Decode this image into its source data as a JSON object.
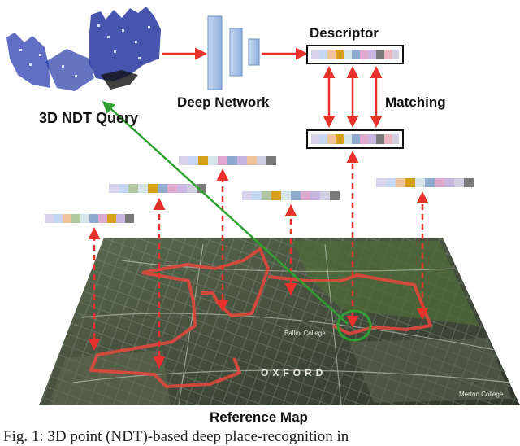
{
  "labels": {
    "query": "3D NDT Query",
    "network": "Deep Network",
    "descriptor": "Descriptor",
    "matching": "Matching",
    "reference_map": "Reference Map"
  },
  "map_text": {
    "oxford": "OXFORD",
    "balliol": "Balliol College",
    "merton": "Merton College"
  },
  "caption": "Fig. 1: 3D point (NDT)-based deep place-recognition in",
  "colors": {
    "arrow": "#e8312a",
    "match_arrow": "#2ea12e",
    "network_layer": "#a9c6ec",
    "point_cloud": "#1a2a9a",
    "map_dark": "#3e4a38",
    "route": "#e0483c"
  }
}
